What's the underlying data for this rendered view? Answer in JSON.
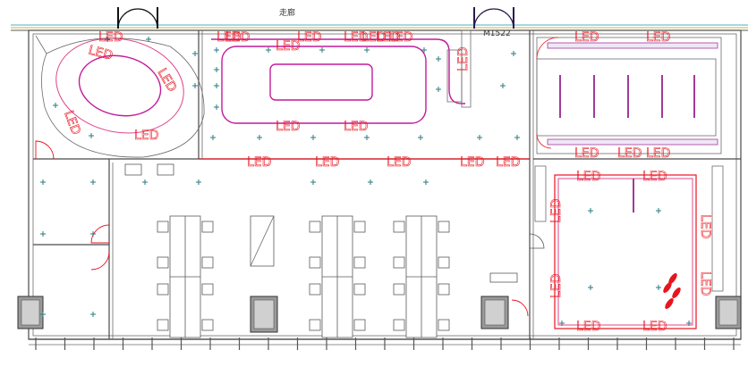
{
  "labels": {
    "corridor": "走廊",
    "door_code": "M1522",
    "led": "LED"
  },
  "led_count": 34,
  "colors": {
    "wall": "#4a4a4a",
    "magenta_strip": "#c21c9b",
    "led_text": "#e8141e",
    "fixture_cross": "#2a7a86",
    "glazing": "#4ab0c8"
  }
}
